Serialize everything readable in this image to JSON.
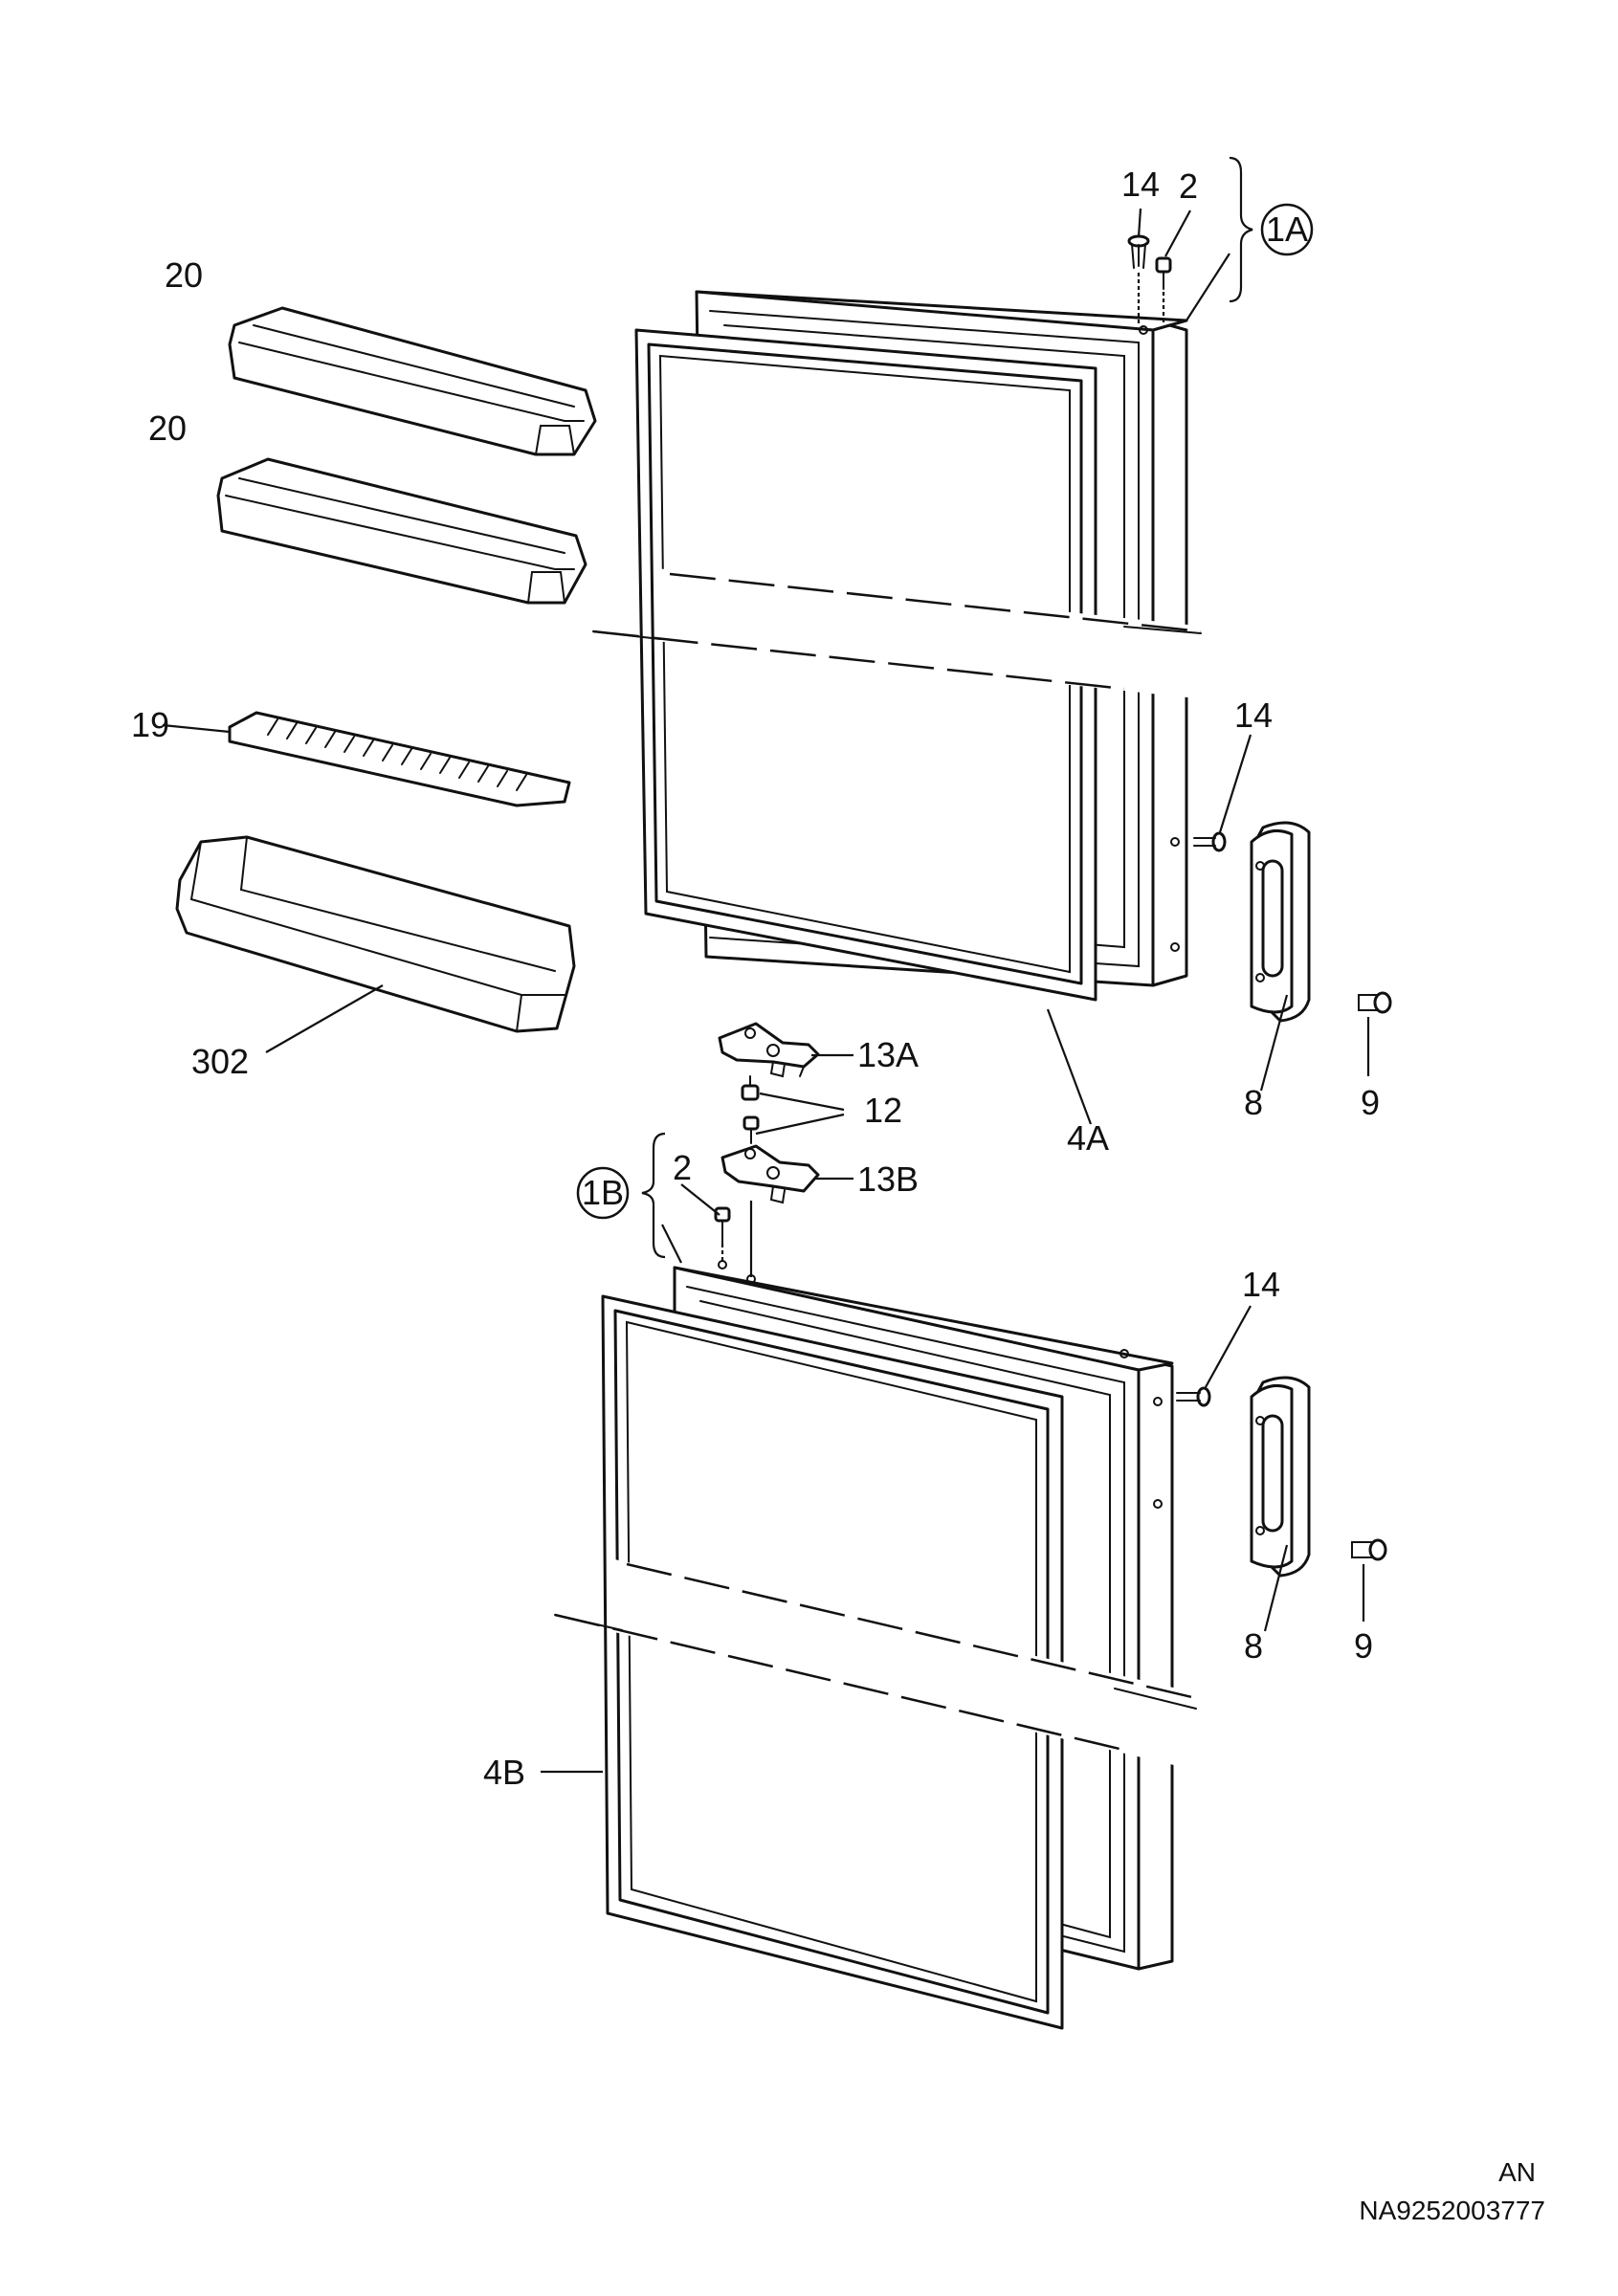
{
  "labels": {
    "grp_1a": "1A",
    "grp_1b": "1B",
    "p14_top": "14",
    "p2_top": "2",
    "p20_a": "20",
    "p20_b": "20",
    "p19": "19",
    "p302": "302",
    "p14_mid": "14",
    "p8_upper": "8",
    "p9_upper": "9",
    "p13a": "13A",
    "p12": "12",
    "p4a": "4A",
    "p2_low": "2",
    "p13b": "13B",
    "p14_low": "14",
    "p8_lower": "8",
    "p9_lower": "9",
    "p4b": "4B"
  },
  "footer": {
    "variant": "AN",
    "drawing_code": "NA9252003777"
  }
}
